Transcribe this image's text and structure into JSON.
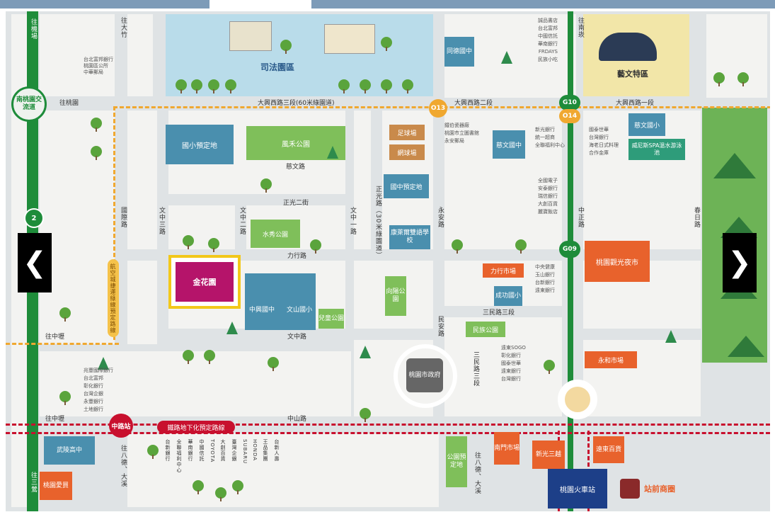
{
  "nav": {
    "prev_symbol": "❮",
    "next_symbol": "❯"
  },
  "colors": {
    "green_line": "#1e8c3a",
    "park": "#7fbf5a",
    "school": "#4a8fae",
    "orange": "#e8622c",
    "rail": "#c8102e",
    "highlight": "#f2c81a"
  },
  "roads": {
    "nankan": "往南崁",
    "dashi": "往大竹",
    "taoyuan_to": "往桃園",
    "taoyuan_exit": "南桃園交流道",
    "dayou3": "大興西路三段(60米綠園道)",
    "dayou2": "大興西路二段",
    "dayou1": "大興西路一段",
    "ciwen": "慈文路",
    "zhengguang2": "正光二街",
    "lixing": "力行路",
    "wenzhong": "文中路",
    "zhongshan": "中山路",
    "sanmin3": "三民路三段",
    "zhongzheng": "中正路",
    "chunri": "春日路",
    "guoji": "國際路",
    "wenzhong3": "文中三路",
    "wenzhong2": "文中二路",
    "wenzhong1": "文中一路",
    "zhengguang": "正光路（30米綠園道）",
    "yongan": "永安路",
    "minan": "民安路",
    "sanmin3v": "三民路三段",
    "zhongli": "往中壢",
    "zhongli2": "往中壢",
    "bade": "往八德、大溪",
    "bade2": "往八德、大溪",
    "sanying": "往三鶯",
    "taoyuan_left": "往桃園",
    "airport": "往機場",
    "rail_plan": "鐵路地下化預定路線",
    "rail_side": "航空城捷運綠線預定路線"
  },
  "stations": {
    "o13": "O13",
    "g10": "G10",
    "o14": "O14",
    "g09": "G09",
    "zhonglu": "中路站",
    "n2": "2"
  },
  "places": {
    "judicial": "司法園區",
    "art": "藝文特區",
    "tongde": "同德國中",
    "national_land": "國小預定地",
    "fenghe_park": "風禾公園",
    "football": "足球場",
    "tennis": "網球場",
    "ciwen_jh": "慈文國中",
    "ciwen_ps": "慈文國小",
    "venice": "威尼斯SPA溫水游泳池",
    "jh_land": "國中預定地",
    "kanglai": "康萊爾雙語學校",
    "shuixiu": "水秀公園",
    "project": "金花園",
    "xiangyang": "向陽公園",
    "lixing_market": "力行市場",
    "chenggong": "成功國小",
    "night_market": "桃園觀光夜市",
    "zhongxing": "中興國中",
    "wenshan": "文山國小",
    "kids_park": "兒童公園",
    "minzu": "民族公園",
    "yonghe": "永和市場",
    "city_hall": "桃園市政府",
    "wuling": "武陵高中",
    "mall_left": "桃園愛買",
    "park_land": "公園預定地",
    "nanmen": "南門市場",
    "shinkong": "新光三越",
    "fareast": "遠東百貨",
    "station": "桃園火車站",
    "station_plaza": "站前商圈"
  },
  "poi_small": {
    "left_top": [
      "台北富邦銀行",
      "桃園區公所",
      "中華郵局"
    ],
    "ciwen_area": [
      "鐵伯瓷器廠",
      "桃園市立圖書館",
      "永安郵局"
    ],
    "ciwen_right": [
      "新光銀行",
      "統一超商",
      "全聯福利中心"
    ],
    "right_top": [
      "誠品書店",
      "台北富邦",
      "中國信託",
      "華南銀行",
      "FRDAYS",
      "民族小吃"
    ],
    "venice_left": [
      "國泰世華",
      "台灣銀行",
      "海老日式料理",
      "合作金庫"
    ],
    "lixing_left": [
      "全國電子",
      "安泰銀行",
      "瑞信銀行",
      "大創百貨",
      "麗寶飯店"
    ],
    "lixing_market_side": [
      "中央健康",
      "玉山銀行",
      "台新銀行",
      "遠東銀行"
    ],
    "bottom_banks": [
      "兆豐國際銀行",
      "台北富邦",
      "彰化銀行",
      "台灣企銀",
      "永豐銀行",
      "土地銀行"
    ],
    "bottom_right": [
      "遠東SOGO",
      "彰化銀行",
      "國泰世華",
      "遠東銀行",
      "台灣銀行"
    ],
    "rail_bottom": [
      "台新銀行",
      "全聯福利中心",
      "華南銀行",
      "中國信託",
      "TOYOTA",
      "大創百貨",
      "臺灣企銀",
      "SUBARU",
      "HONDA",
      "王品集團",
      "台新人壽"
    ]
  },
  "project_label": "金花園"
}
